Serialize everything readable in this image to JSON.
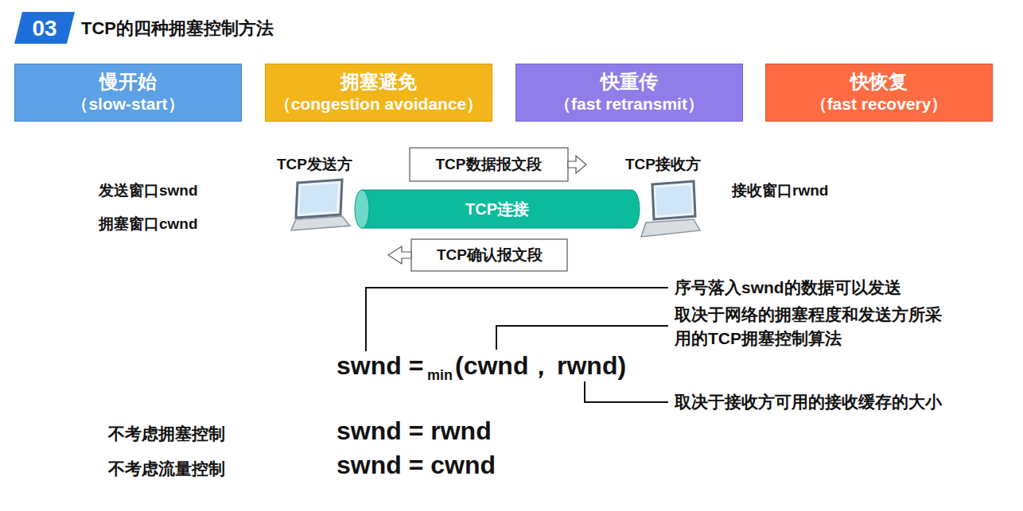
{
  "diagram": {
    "title": "TCP的四种拥塞控制方法",
    "nodes": [
      {
        "text": [
          "03"
        ]
      },
      {
        "text": [
          "慢开始",
          "（slow-start）"
        ]
      },
      {
        "text": [
          "拥塞避免",
          "（congestion avoidance）"
        ]
      },
      {
        "text": [
          "快重传",
          "（fast retransmit）"
        ]
      },
      {
        "text": [
          "快恢复",
          "（fast recovery）"
        ]
      },
      {
        "text": [
          "TCP数据报文段"
        ]
      },
      {
        "text": [
          "TCP连接"
        ]
      },
      {
        "text": [
          "TCP确认报文段"
        ]
      }
    ],
    "labels": [
      "TCP发送方",
      "TCP接收方",
      "发送窗口swnd",
      "拥塞窗口cwnd",
      "接收窗口rwnd",
      "序号落入swnd的数据可以发送",
      "取决于网络的拥塞程度和发送方所采用的TCP拥塞控制算法",
      "swnd =",
      "min",
      "(cwnd，",
      "rwnd)",
      "取决于接收方可用的接收缓存的大小",
      "不考虑拥塞控制",
      "swnd = rwnd",
      "不考虑流量控制",
      "swnd = cwnd"
    ]
  }
}
